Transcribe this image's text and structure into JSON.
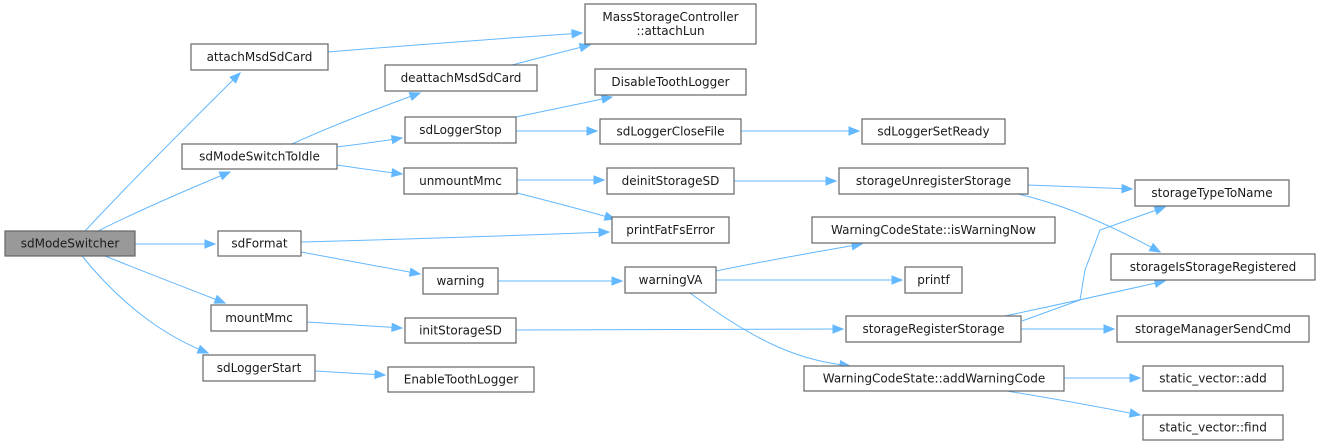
{
  "graph": {
    "type": "call-graph",
    "root": "sdModeSwitcher",
    "colors": {
      "edge": "#63b8ff",
      "node_border": "#666666",
      "root_fill": "#999999",
      "node_fill": "#ffffff"
    },
    "nodes": [
      {
        "id": "sdModeSwitcher",
        "lines": [
          "sdModeSwitcher"
        ],
        "root": true
      },
      {
        "id": "attachMsdSdCard",
        "lines": [
          "attachMsdSdCard"
        ]
      },
      {
        "id": "sdModeSwitchToIdle",
        "lines": [
          "sdModeSwitchToIdle"
        ]
      },
      {
        "id": "deattachMsdSdCard",
        "lines": [
          "deattachMsdSdCard"
        ]
      },
      {
        "id": "attachLun",
        "lines": [
          "MassStorageController",
          "::attachLun"
        ]
      },
      {
        "id": "sdLoggerStop",
        "lines": [
          "sdLoggerStop"
        ]
      },
      {
        "id": "DisableToothLogger",
        "lines": [
          "DisableToothLogger"
        ]
      },
      {
        "id": "sdLoggerCloseFile",
        "lines": [
          "sdLoggerCloseFile"
        ]
      },
      {
        "id": "sdLoggerSetReady",
        "lines": [
          "sdLoggerSetReady"
        ]
      },
      {
        "id": "unmountMmc",
        "lines": [
          "unmountMmc"
        ]
      },
      {
        "id": "deinitStorageSD",
        "lines": [
          "deinitStorageSD"
        ]
      },
      {
        "id": "storageUnregisterStorage",
        "lines": [
          "storageUnregisterStorage"
        ]
      },
      {
        "id": "storageTypeToName",
        "lines": [
          "storageTypeToName"
        ]
      },
      {
        "id": "printFatFsError",
        "lines": [
          "printFatFsError"
        ]
      },
      {
        "id": "isWarningNow",
        "lines": [
          "WarningCodeState::isWarningNow"
        ]
      },
      {
        "id": "sdFormat",
        "lines": [
          "sdFormat"
        ]
      },
      {
        "id": "warning",
        "lines": [
          "warning"
        ]
      },
      {
        "id": "warningVA",
        "lines": [
          "warningVA"
        ]
      },
      {
        "id": "printf",
        "lines": [
          "printf"
        ]
      },
      {
        "id": "storageIsStorageRegistered",
        "lines": [
          "storageIsStorageRegistered"
        ]
      },
      {
        "id": "mountMmc",
        "lines": [
          "mountMmc"
        ]
      },
      {
        "id": "initStorageSD",
        "lines": [
          "initStorageSD"
        ]
      },
      {
        "id": "storageRegisterStorage",
        "lines": [
          "storageRegisterStorage"
        ]
      },
      {
        "id": "storageManagerSendCmd",
        "lines": [
          "storageManagerSendCmd"
        ]
      },
      {
        "id": "sdLoggerStart",
        "lines": [
          "sdLoggerStart"
        ]
      },
      {
        "id": "EnableToothLogger",
        "lines": [
          "EnableToothLogger"
        ]
      },
      {
        "id": "addWarningCode",
        "lines": [
          "WarningCodeState::addWarningCode"
        ]
      },
      {
        "id": "svAdd",
        "lines": [
          "static_vector::add"
        ]
      },
      {
        "id": "svFind",
        "lines": [
          "static_vector::find"
        ]
      }
    ],
    "edges": [
      [
        "sdModeSwitcher",
        "attachMsdSdCard"
      ],
      [
        "sdModeSwitcher",
        "sdModeSwitchToIdle"
      ],
      [
        "sdModeSwitcher",
        "sdFormat"
      ],
      [
        "sdModeSwitcher",
        "mountMmc"
      ],
      [
        "sdModeSwitcher",
        "sdLoggerStart"
      ],
      [
        "attachMsdSdCard",
        "attachLun"
      ],
      [
        "sdModeSwitchToIdle",
        "deattachMsdSdCard"
      ],
      [
        "sdModeSwitchToIdle",
        "sdLoggerStop"
      ],
      [
        "sdModeSwitchToIdle",
        "unmountMmc"
      ],
      [
        "deattachMsdSdCard",
        "attachLun"
      ],
      [
        "sdLoggerStop",
        "DisableToothLogger"
      ],
      [
        "sdLoggerStop",
        "sdLoggerCloseFile"
      ],
      [
        "sdLoggerCloseFile",
        "sdLoggerSetReady"
      ],
      [
        "unmountMmc",
        "deinitStorageSD"
      ],
      [
        "unmountMmc",
        "printFatFsError"
      ],
      [
        "deinitStorageSD",
        "storageUnregisterStorage"
      ],
      [
        "storageUnregisterStorage",
        "storageTypeToName"
      ],
      [
        "storageUnregisterStorage",
        "storageIsStorageRegistered"
      ],
      [
        "sdFormat",
        "printFatFsError"
      ],
      [
        "sdFormat",
        "warning"
      ],
      [
        "warning",
        "warningVA"
      ],
      [
        "warningVA",
        "isWarningNow"
      ],
      [
        "warningVA",
        "printf"
      ],
      [
        "warningVA",
        "addWarningCode"
      ],
      [
        "mountMmc",
        "initStorageSD"
      ],
      [
        "initStorageSD",
        "storageRegisterStorage"
      ],
      [
        "storageRegisterStorage",
        "storageTypeToName"
      ],
      [
        "storageRegisterStorage",
        "storageIsStorageRegistered"
      ],
      [
        "storageRegisterStorage",
        "storageManagerSendCmd"
      ],
      [
        "sdLoggerStart",
        "EnableToothLogger"
      ],
      [
        "addWarningCode",
        "svAdd"
      ],
      [
        "addWarningCode",
        "svFind"
      ]
    ]
  }
}
